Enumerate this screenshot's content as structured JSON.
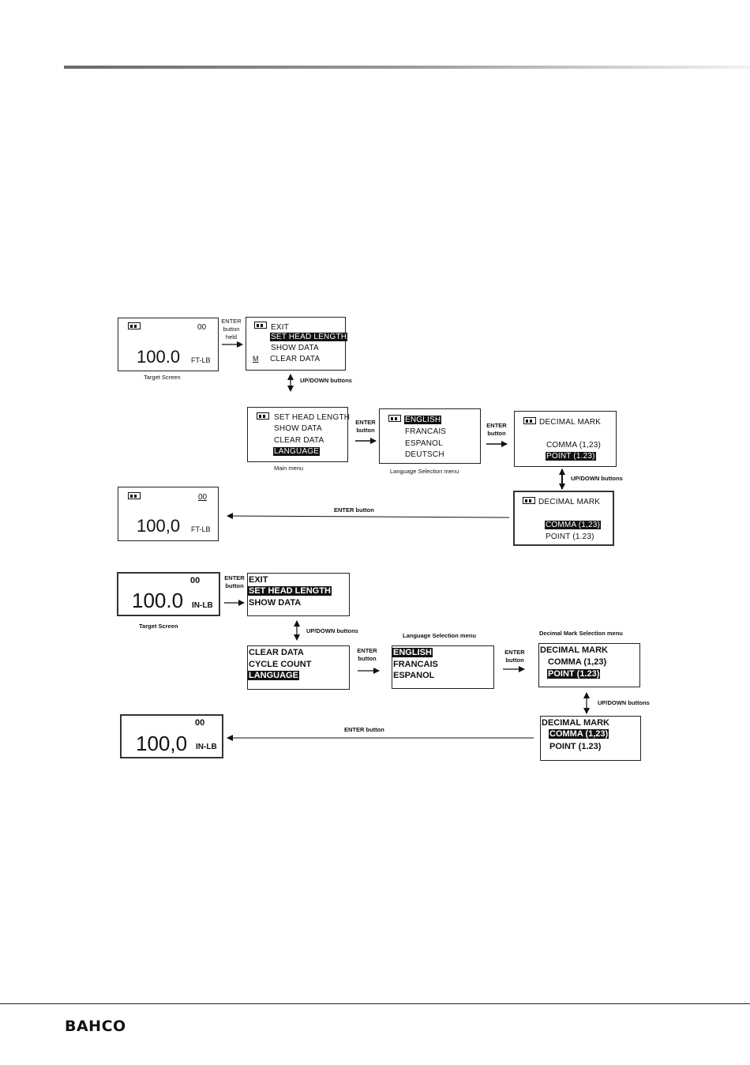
{
  "brand": {
    "logo_text": "BAHCO"
  },
  "diagram_ft": {
    "target_screen": {
      "corner": "00",
      "value": "100.0",
      "unit": "FT-LB",
      "caption": "Target  Screen"
    },
    "enter_held_label": [
      "ENTER",
      "button",
      "held"
    ],
    "menu1": {
      "items": [
        "EXIT",
        "SET HEAD LENGTH",
        "SHOW DATA",
        "CLEAR DATA"
      ],
      "side_mark": "M"
    },
    "updown1": "UP/DOWN buttons",
    "main_menu": {
      "items": [
        "SET HEAD LENGTH",
        "SHOW DATA",
        "CLEAR DATA",
        "LANGUAGE"
      ],
      "caption": "Main menu"
    },
    "enter_label_a": [
      "ENTER",
      "button"
    ],
    "language_menu": {
      "items": [
        "ENGLISH",
        "FRANCAIS",
        "ESPANOL",
        "DEUTSCH"
      ],
      "caption": "Language Selection  menu"
    },
    "enter_label_b": [
      "ENTER",
      "button"
    ],
    "decimal_point": {
      "title": "DECIMAL MARK",
      "options": [
        "COMMA (1,23)",
        "POINT (1.23)"
      ]
    },
    "updown2": "UP/DOWN buttons",
    "decimal_comma": {
      "title": "DECIMAL MARK",
      "options": [
        "COMMA (1,23)",
        "POINT (1.23)"
      ]
    },
    "enter_back": "ENTER button",
    "result_screen": {
      "corner": "00",
      "value": "100,0",
      "unit": "FT-LB"
    }
  },
  "diagram_in": {
    "target_screen": {
      "corner": "00",
      "value": "100.0",
      "unit": "IN-LB",
      "caption": "Target Screen"
    },
    "enter_label": [
      "ENTER",
      "button"
    ],
    "menu1": {
      "items": [
        "EXIT",
        "SET HEAD LENGTH",
        "SHOW DATA"
      ]
    },
    "updown1": "UP/DOWN buttons",
    "menu2": {
      "items": [
        "CLEAR DATA",
        "CYCLE COUNT",
        "LANGUAGE"
      ]
    },
    "enter_label_a": [
      "ENTER",
      "button"
    ],
    "language_menu": {
      "title": "Language Selection menu",
      "items": [
        "ENGLISH",
        "FRANCAIS",
        "ESPANOL"
      ]
    },
    "enter_label_b": [
      "ENTER",
      "button"
    ],
    "decimal_point": {
      "caption": "Decimal Mark Selection menu",
      "title": "DECIMAL MARK",
      "options": [
        "COMMA (1,23)",
        "POINT (1.23)"
      ]
    },
    "updown2": "UP/DOWN buttons",
    "decimal_comma": {
      "title": "DECIMAL MARK",
      "options": [
        "COMMA (1,23)",
        "POINT (1.23)"
      ]
    },
    "enter_back": "ENTER button",
    "result_screen": {
      "corner": "00",
      "value": "100,0",
      "unit": "IN-LB"
    }
  }
}
